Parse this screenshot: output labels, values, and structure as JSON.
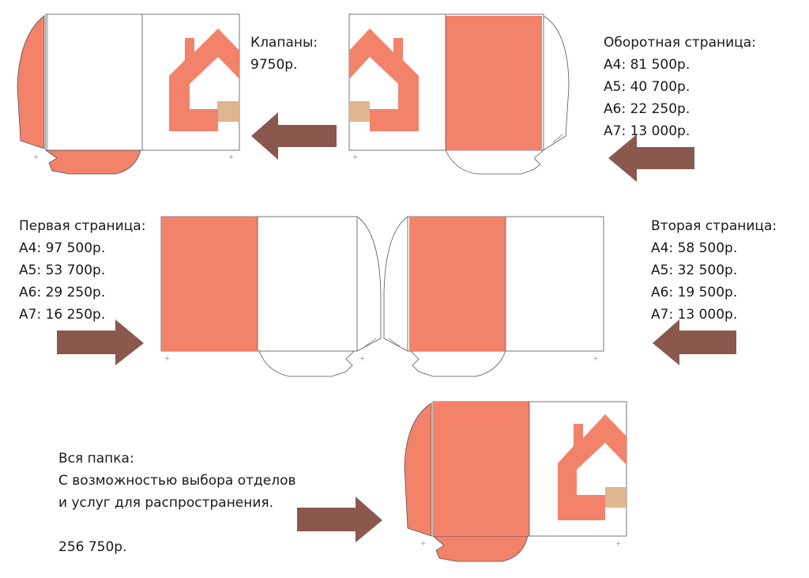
{
  "colors": {
    "panel": "#f2826a",
    "tan": "#dfb68f",
    "arrow": "#8b584d",
    "outline": "#555555"
  },
  "flaps": {
    "title": "Клапаны:",
    "price": "9750р."
  },
  "back_page": {
    "title": "Оборотная страница:",
    "prices": [
      "А4: 81 500р.",
      "А5: 40 700р.",
      "А6: 22 250р.",
      "А7: 13 000р."
    ]
  },
  "first_page": {
    "title": "Первая страница:",
    "prices": [
      "А4: 97 500р.",
      "А5: 53 700р.",
      "А6: 29 250р.",
      "А7: 16 250р."
    ]
  },
  "second_page": {
    "title": "Вторая страница:",
    "prices": [
      "А4: 58 500р.",
      "А5: 32 500р.",
      "А6: 19 500р.",
      "А7: 13 000р."
    ]
  },
  "whole_folder": {
    "title": "Вся папка:",
    "description_line1": "С возможностью выбора отделов",
    "description_line2": "и услуг для распространения.",
    "price": "256 750р."
  }
}
